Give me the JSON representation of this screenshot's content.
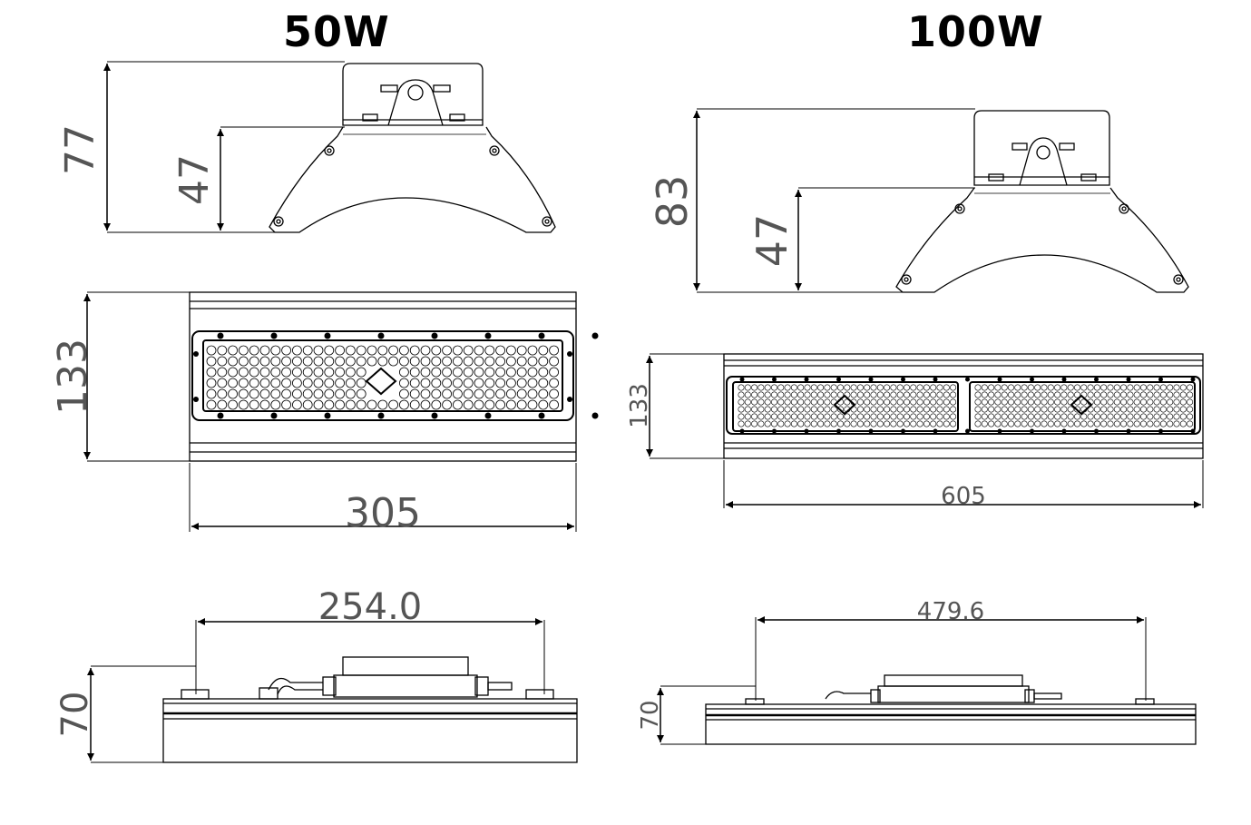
{
  "titles": {
    "w50": "50W",
    "w100": "100W"
  },
  "dimensions": {
    "w50": {
      "front_height_total": "77",
      "front_height_body": "47",
      "top_height": "133",
      "top_width": "305",
      "side_mount_spacing": "254.0",
      "side_height": "70"
    },
    "w100": {
      "front_height_total": "83",
      "front_height_body": "47",
      "top_height": "133",
      "top_width": "605",
      "side_mount_spacing": "479.6",
      "side_height": "70"
    }
  }
}
